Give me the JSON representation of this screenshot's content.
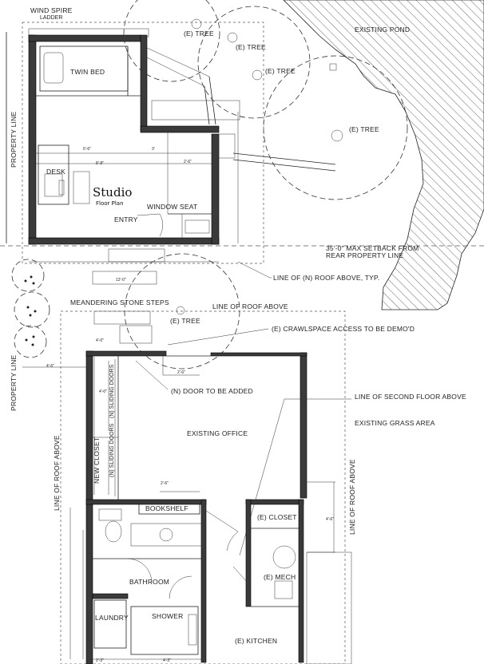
{
  "labels": {
    "wind_spire": "WIND SPIRE",
    "ladder": "LADDER",
    "twin_bed": "TWIN BED",
    "desk": "DESK",
    "studio_title": "Studio",
    "studio_sub": "Floor Plan",
    "window_seat": "WINDOW SEAT",
    "entry": "ENTRY",
    "tree_1": "(E) TREE",
    "tree_2": "(E) TREE",
    "tree_3": "(E) TREE",
    "tree_4": "(E) TREE",
    "tree_5": "(E) TREE",
    "existing_pond": "EXISTING POND",
    "setback_1": "35'-0\" MAX SETBACK FROM",
    "setback_2": "REAR PROPERTY LINE",
    "roof_above_typ": "LINE OF (N) ROOF ABOVE, TYP.",
    "stone_steps": "MEANDERING STONE STEPS",
    "roof_above": "LINE OF ROOF ABOVE",
    "crawlspace": "(E) CRAWLSPACE ACCESS TO BE DEMO'D",
    "door_added": "(N) DOOR TO BE ADDED",
    "second_floor": "LINE OF SECOND FLOOR ABOVE",
    "grass": "EXISTING GRASS AREA",
    "office": "EXISTING OFFICE",
    "property_line_1": "PROPERTY LINE",
    "property_line_2": "PROPERTY LINE",
    "roof_above_left": "LINE OF ROOF ABOVE",
    "roof_above_right": "LINE OF ROOF ABOVE",
    "new_closet": "NEW CLOSET",
    "sliding_doors_1": "(N) SLIDING DOORS",
    "sliding_doors_2": "(N) SLIDING DOORS",
    "bookshelf": "BOOKSHELF",
    "closet": "(E) CLOSET",
    "mech": "(E) MECH",
    "bathroom": "BATHROOM",
    "shower": "SHOWER",
    "laundry": "LAUNDRY",
    "kitchen": "(E) KITCHEN"
  },
  "dimensions": {
    "d1": "6'-6\"",
    "d2": "3'",
    "d3": "8'-8\"",
    "d4": "2'-6\"",
    "d5": "12'-0\"",
    "d6": "4'-0\"",
    "d7": "2'-6\"",
    "d8": "4'-6\"",
    "d9": "2'-6\"",
    "d10": "4'-0\"",
    "d11": "4'-6\"",
    "d12": "2'-3\"",
    "d13": "4'-3\""
  }
}
